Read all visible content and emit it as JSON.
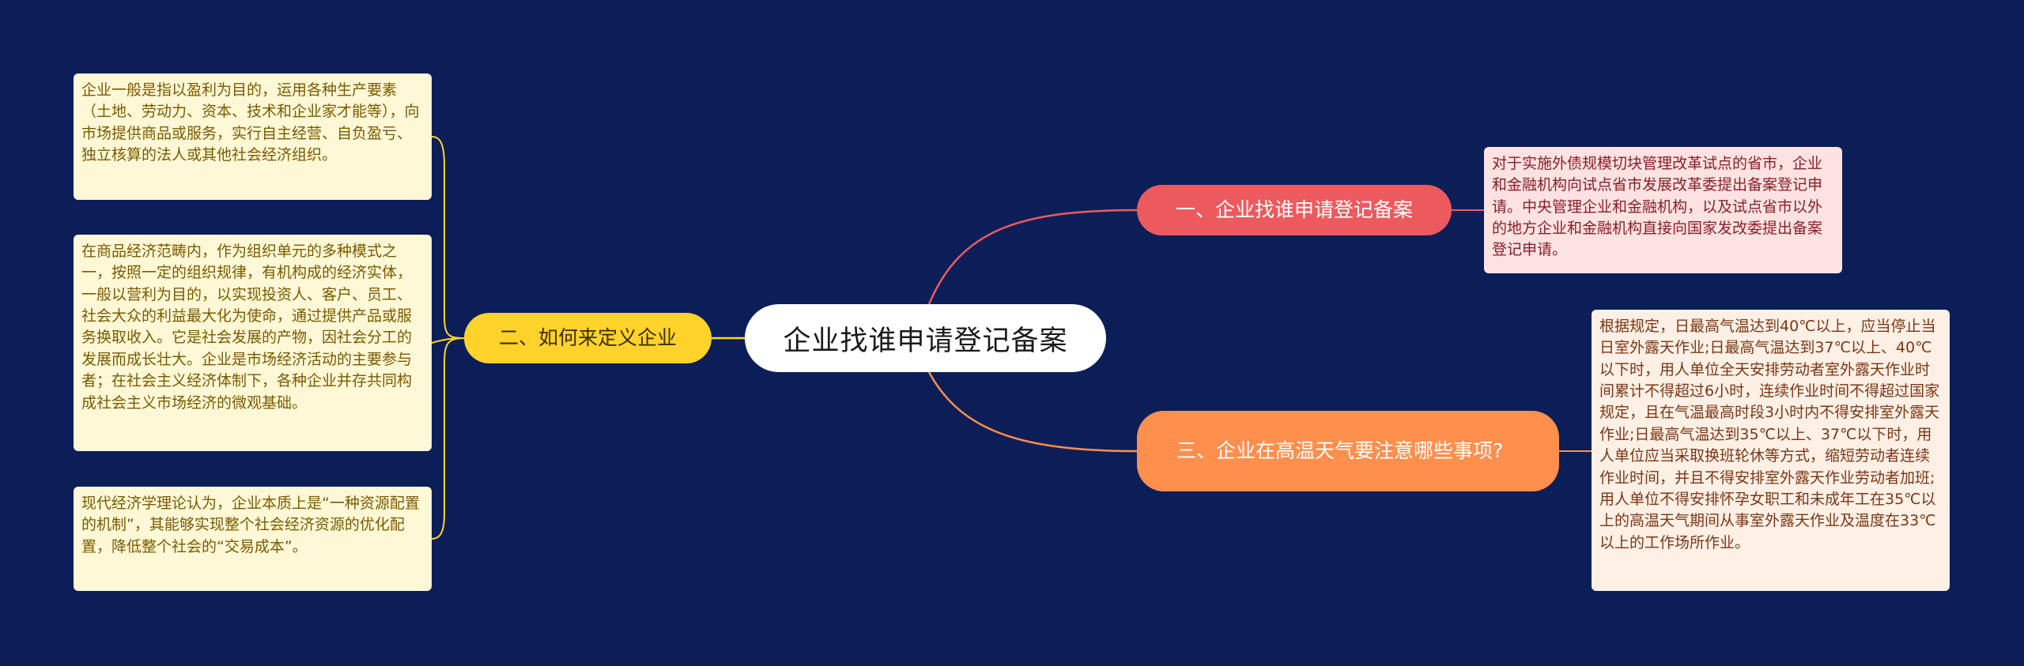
{
  "root": {
    "label": "企业找谁申请登记备案"
  },
  "branches": [
    {
      "label": "一、企业找谁申请登记备案",
      "color": "#ed5a5e",
      "leaves": [
        "对于实施外债规模切块管理改革试点的省市，企业和金融机构向试点省市发展改革委提出备案登记申请。中央管理企业和金融机构，以及试点省市以外的地方企业和金融机构直接向国家发改委提出备案登记申请。"
      ]
    },
    {
      "label": "二、如何来定义企业",
      "color": "#ffd32a",
      "leaves": [
        "企业一般是指以盈利为目的，运用各种生产要素（土地、劳动力、资本、技术和企业家才能等），向市场提供商品或服务，实行自主经营、自负盈亏、独立核算的法人或其他社会经济组织。",
        "在商品经济范畴内，作为组织单元的多种模式之一，按照一定的组织规律，有机构成的经济实体，一般以营利为目的，以实现投资人、客户、员工、社会大众的利益最大化为使命，通过提供产品或服务换取收入。它是社会发展的产物，因社会分工的发展而成长壮大。企业是市场经济活动的主要参与者；在社会主义经济体制下，各种企业并存共同构成社会主义市场经济的微观基础。",
        "现代经济学理论认为，企业本质上是“一种资源配置的机制”，其能够实现整个社会经济资源的优化配置，降低整个社会的“交易成本”。"
      ]
    },
    {
      "label": "三、企业在高温天气要注意哪些事项?",
      "color": "#ff8f4c",
      "leaves": [
        "根据规定，日最高气温达到40℃以上，应当停止当日室外露天作业;日最高气温达到37℃以上、40℃以下时，用人单位全天安排劳动者室外露天作业时间累计不得超过6小时，连续作业时间不得超过国家规定，且在气温最高时段3小时内不得安排室外露天作业;日最高气温达到35℃以上、37℃以下时，用人单位应当采取换班轮休等方式，缩短劳动者连续作业时间，并且不得安排室外露天作业劳动者加班;用人单位不得安排怀孕女职工和未成年工在35℃以上的高温天气期间从事室外露天作业及温度在33℃以上的工作场所作业。"
      ]
    }
  ],
  "colors": {
    "background": "#0c1e57",
    "root_fill": "#ffffff",
    "leaf_left_fill": "#fff8d6",
    "leaf_r1_fill": "#fde2e2",
    "leaf_r3_fill": "#fff0e6"
  }
}
